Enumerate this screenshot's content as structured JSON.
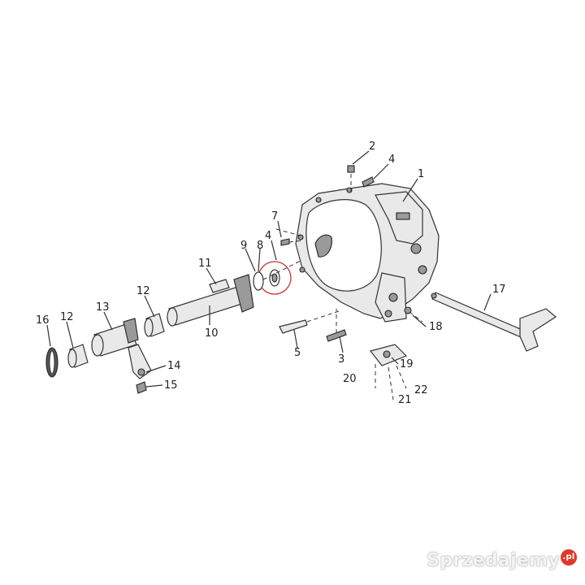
{
  "diagram": {
    "part_numbers": [
      "1",
      "2",
      "3",
      "4",
      "4",
      "5",
      "7",
      "8",
      "9",
      "10",
      "11",
      "12",
      "12",
      "13",
      "14",
      "15",
      "16",
      "17",
      "18",
      "19",
      "20",
      "21",
      "22"
    ]
  },
  "watermark": {
    "text": "Sprzedajemy",
    "suffix": ".pl"
  }
}
